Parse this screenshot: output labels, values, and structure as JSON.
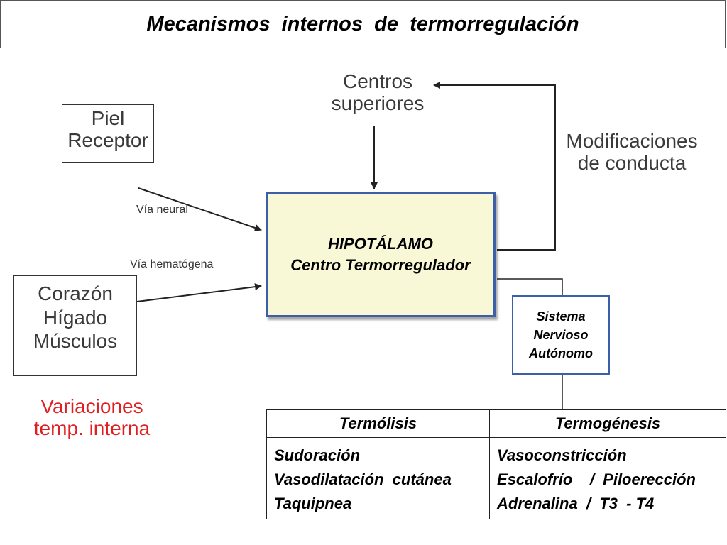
{
  "title": "Mecanismos  internos  de  termorregulación",
  "nodes": {
    "piel": [
      "Piel",
      "Receptor"
    ],
    "organos": [
      "Corazón",
      "Hígado",
      "Músculos"
    ],
    "centros": [
      "Centros",
      "superiores"
    ],
    "modificaciones": [
      "Modificaciones",
      "de conducta"
    ],
    "hipotalamo": [
      "HIPOTÁLAMO",
      "Centro Termorregulador"
    ],
    "sna": [
      "Sistema",
      "Nervioso",
      "Autónomo"
    ],
    "variaciones": [
      "Variaciones",
      "temp. interna"
    ]
  },
  "edge_labels": {
    "via_neural": "Vía neural",
    "via_hematogena": "Vía hematógena"
  },
  "table": {
    "headers": [
      "Termólisis",
      "Termogénesis"
    ],
    "termolisis": [
      "Sudoración",
      "Vasodilatación  cutánea",
      "Taquipnea"
    ],
    "termogenesis": [
      "Vasoconstricción",
      "Escalofrío    /  Piloerección",
      "Adrenalina  /  T3  - T4"
    ]
  },
  "colors": {
    "hipotalamo_fill": "#f8f8d6",
    "box_border_blue": "#3c5fa8",
    "variaciones_text": "#e02020"
  }
}
